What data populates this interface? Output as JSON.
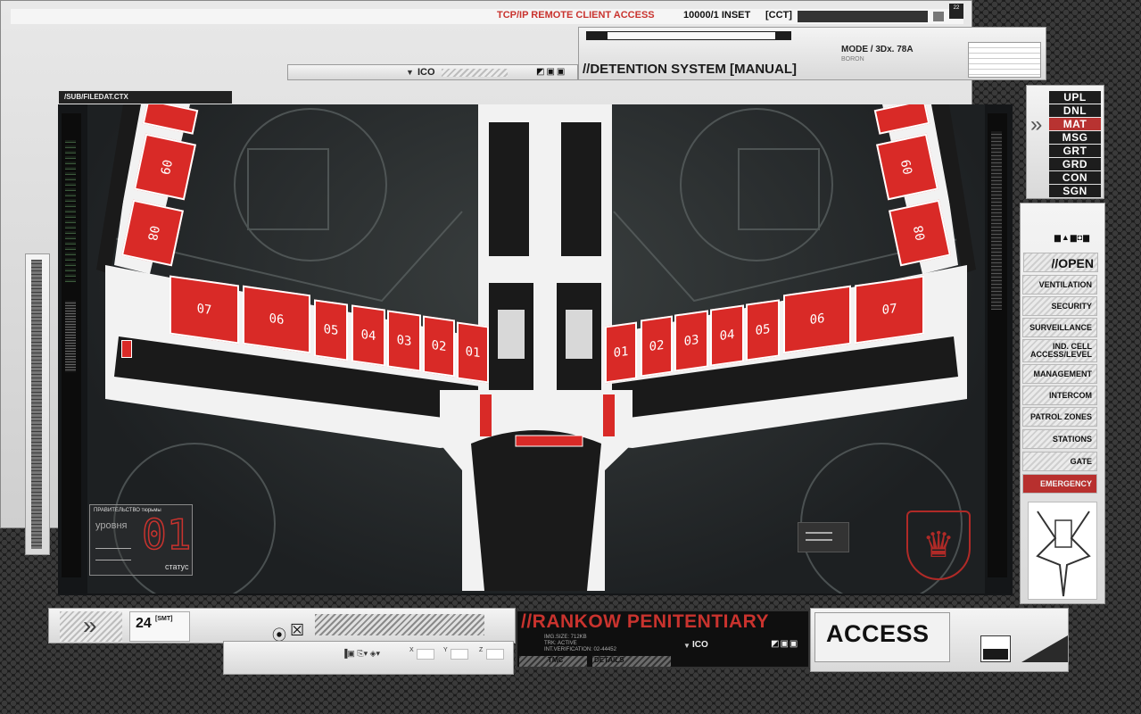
{
  "top_header": {
    "title": "//DETENTION SYSTEM [MANUAL]",
    "mode": "MODE / 3Dx. 78A",
    "mode_sub": "BORON",
    "ico": "ICO"
  },
  "header": {
    "path": "/SUB/FILEDAT.CTX",
    "remote_label": "TCP/IP REMOTE CLIENT ACCESS",
    "inset": "10000/1 INSET",
    "cct": "[CCT]",
    "page": "22"
  },
  "menu": {
    "items": [
      "UPL",
      "DNL",
      "MAT",
      "MSG",
      "GRT",
      "GRD",
      "CON",
      "SGN"
    ],
    "selected": "MAT"
  },
  "options": {
    "heading": "//OPEN",
    "items": [
      {
        "label": "VENTILATION",
        "alert": false
      },
      {
        "label": "SECURITY",
        "alert": false
      },
      {
        "label": "SURVEILLANCE",
        "alert": false
      },
      {
        "label": "IND. CELL ACCESS/LEVEL",
        "alert": false
      },
      {
        "label": "MANAGEMENT",
        "alert": false
      },
      {
        "label": "INTERCOM",
        "alert": false
      },
      {
        "label": "PATROL ZONES",
        "alert": false
      },
      {
        "label": "STATIONS",
        "alert": false
      },
      {
        "label": "GATE",
        "alert": false
      },
      {
        "label": "EMERGENCY",
        "alert": true
      }
    ]
  },
  "map": {
    "left_cells": [
      "07",
      "06",
      "05",
      "04",
      "03",
      "02",
      "01"
    ],
    "right_cells": [
      "01",
      "02",
      "03",
      "04",
      "05",
      "06",
      "07"
    ],
    "upper_left_cells": [
      "09",
      "08"
    ],
    "upper_right_cells": [
      "09",
      "08"
    ]
  },
  "level_widget": {
    "gov": "ПРАВИТЕЛЬСТВО тюрьмы",
    "level_label": "уровня",
    "number": "01",
    "status": "статус"
  },
  "bottom": {
    "time": "24",
    "time_unit": "[SMT]",
    "axis_x": "X",
    "axis_y": "Y",
    "axis_z": "Z",
    "facility": "//RANKOW PENITENTIARY",
    "img_size": "IMG.SIZE: 712KB",
    "trk": "TRK: ACTIVE",
    "verification": "INT.VERIFICATION: 02-44452",
    "ico": "ICO",
    "tmc": "TMC",
    "details": "DETAILS",
    "access": "ACCESS"
  },
  "colors": {
    "accent_red": "#c9332e",
    "cell_red": "#d92a27",
    "floor_dark": "#1a1a1a",
    "wall_white": "#f2f2f2"
  }
}
